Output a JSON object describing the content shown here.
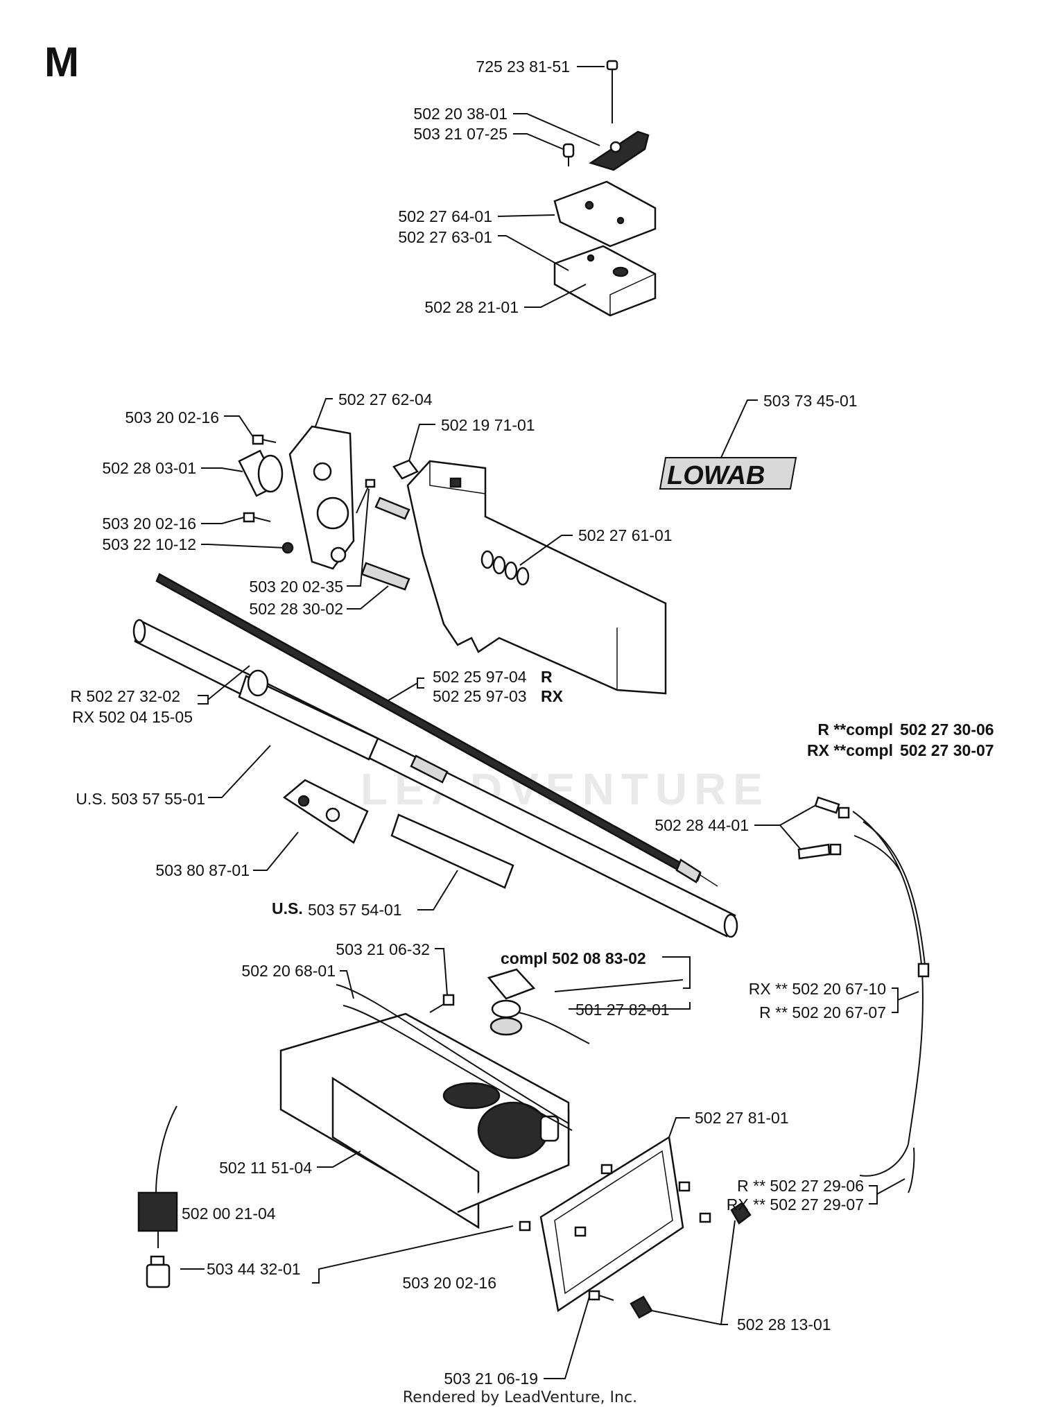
{
  "diagram": {
    "section_letter": "M",
    "logo_text": "LOWAB",
    "watermark": "LEADVENTURE",
    "footer": "Rendered by LeadVenture, Inc.",
    "labels": {
      "l_725_23_81_51": "725 23 81-51",
      "l_502_20_38_01": "502 20 38-01",
      "l_503_21_07_25": "503 21 07-25",
      "l_502_27_64_01": "502 27 64-01",
      "l_502_27_63_01": "502 27 63-01",
      "l_502_28_21_01": "502 28 21-01",
      "l_502_27_62_04": "502 27 62-04",
      "l_503_20_02_16_a": "503 20 02-16",
      "l_502_19_71_01": "502 19 71-01",
      "l_503_73_45_01": "503 73 45-01",
      "l_502_28_03_01": "502 28 03-01",
      "l_503_20_02_16_b": "503 20 02-16",
      "l_503_22_10_12": "503 22 10-12",
      "l_502_27_61_01": "502 27 61-01",
      "l_503_20_02_35": "503 20 02-35",
      "l_502_28_30_02": "502 28 30-02",
      "l_r_502_27_32_02": "R 502 27 32-02",
      "l_rx_502_04_15_05": "RX 502 04 15-05",
      "l_502_25_97_04": "502 25 97-04",
      "l_r": "R",
      "l_502_25_97_03": "502 25 97-03",
      "l_rx": "RX",
      "l_r_compl_line1": "R **compl",
      "l_502_27_30_06": "502 27 30-06",
      "l_rx_compl_line2": "RX **compl",
      "l_502_27_30_07": "502 27 30-07",
      "l_us_503_57_55_01": "U.S. 503 57 55-01",
      "l_502_28_44_01": "502 28 44-01",
      "l_503_80_87_01": "503 80 87-01",
      "l_us": "U.S.",
      "l_503_57_54_01": "503 57 54-01",
      "l_503_21_06_32": "503 21 06-32",
      "l_compl_502_08_83_02": "compl 502 08 83-02",
      "l_502_20_68_01": "502 20 68-01",
      "l_501_27_82_01": "501 27 82-01",
      "l_rx_502_20_67_10": "RX ** 502 20 67-10",
      "l_r_502_20_67_07": "R ** 502 20 67-07",
      "l_502_27_81_01": "502 27 81-01",
      "l_502_11_51_04": "502 11 51-04",
      "l_r_502_27_29_06": "R ** 502 27 29-06",
      "l_rx_502_27_29_07": "RX ** 502 27 29-07",
      "l_502_00_21_04": "502 00 21-04",
      "l_503_44_32_01": "503 44 32-01",
      "l_503_20_02_16_c": "503 20 02-16",
      "l_502_28_13_01": "502 28 13-01",
      "l_503_21_06_19": "503 21 06-19"
    }
  }
}
